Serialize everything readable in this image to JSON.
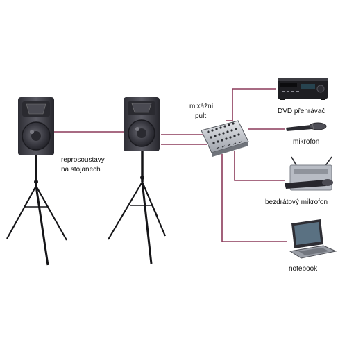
{
  "labels": {
    "speakers": [
      "reprosoustavy",
      "na stojanech"
    ],
    "mixer": [
      "mixážní",
      "pult"
    ],
    "dvd": "DVD přehrávač",
    "mic": "mikrofon",
    "wireless_mic": "bezdrátový mikrofon",
    "notebook": "notebook"
  },
  "colors": {
    "cable": "#8c3a5a",
    "background": "#ffffff"
  }
}
